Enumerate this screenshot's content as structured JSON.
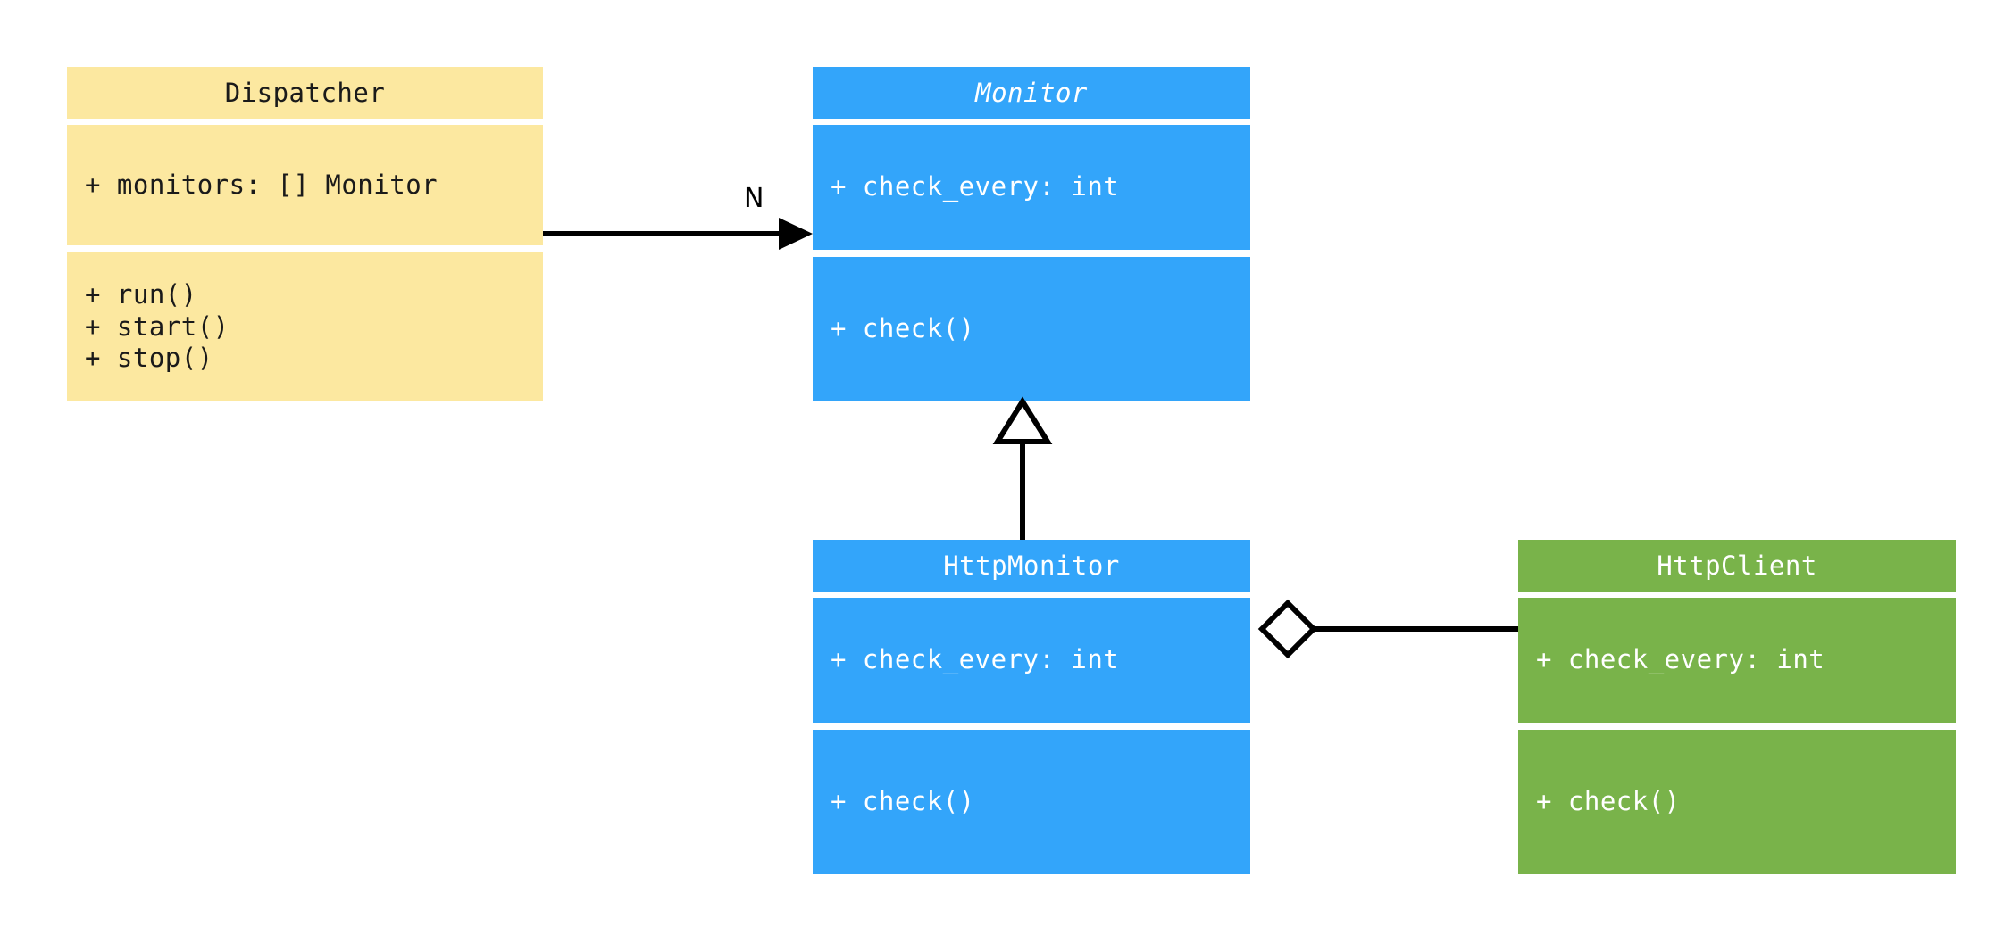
{
  "diagram": {
    "kind": "uml-class-diagram",
    "background": "#ffffff",
    "colors": {
      "dispatcher_fill": "#fce8a0",
      "monitor_fill": "#33a5fa",
      "http_monitor_fill": "#33a5fa",
      "http_client_fill": "#79b34a",
      "line": "#000000",
      "dark_text": "#1a1a1a",
      "light_text": "#ffffff"
    }
  },
  "classes": {
    "dispatcher": {
      "name": "Dispatcher",
      "abstract": false,
      "attributes": [
        "+ monitors: [] Monitor"
      ],
      "methods": [
        "+ run()",
        "+ start()",
        "+ stop()"
      ],
      "attributes_text": "+ monitors: [] Monitor",
      "methods_text": "+ run()\n+ start()\n+ stop()"
    },
    "monitor": {
      "name": "Monitor",
      "abstract": true,
      "attributes": [
        "+ check_every: int"
      ],
      "methods": [
        "+ check()"
      ],
      "attributes_text": "+ check_every: int",
      "methods_text": "+ check()"
    },
    "http_monitor": {
      "name": "HttpMonitor",
      "abstract": false,
      "attributes": [
        "+ check_every: int"
      ],
      "methods": [
        "+ check()"
      ],
      "attributes_text": "+ check_every: int",
      "methods_text": "+ check()"
    },
    "http_client": {
      "name": "HttpClient",
      "abstract": false,
      "attributes": [
        "+ check_every: int"
      ],
      "methods": [
        "+ check()"
      ],
      "attributes_text": "+ check_every: int",
      "methods_text": "+ check()"
    }
  },
  "relations": [
    {
      "id": "dispatcher-to-monitor",
      "type": "association",
      "from": "Dispatcher",
      "to": "Monitor",
      "label": "N",
      "arrow": "solid-filled-arrowhead"
    },
    {
      "id": "httpmonitor-to-monitor",
      "type": "generalization",
      "from": "HttpMonitor",
      "to": "Monitor",
      "label": "",
      "arrow": "hollow-triangle"
    },
    {
      "id": "httpmonitor-to-httpclient",
      "type": "aggregation",
      "from": "HttpMonitor",
      "to": "HttpClient",
      "label": "",
      "arrow": "hollow-diamond"
    }
  ]
}
